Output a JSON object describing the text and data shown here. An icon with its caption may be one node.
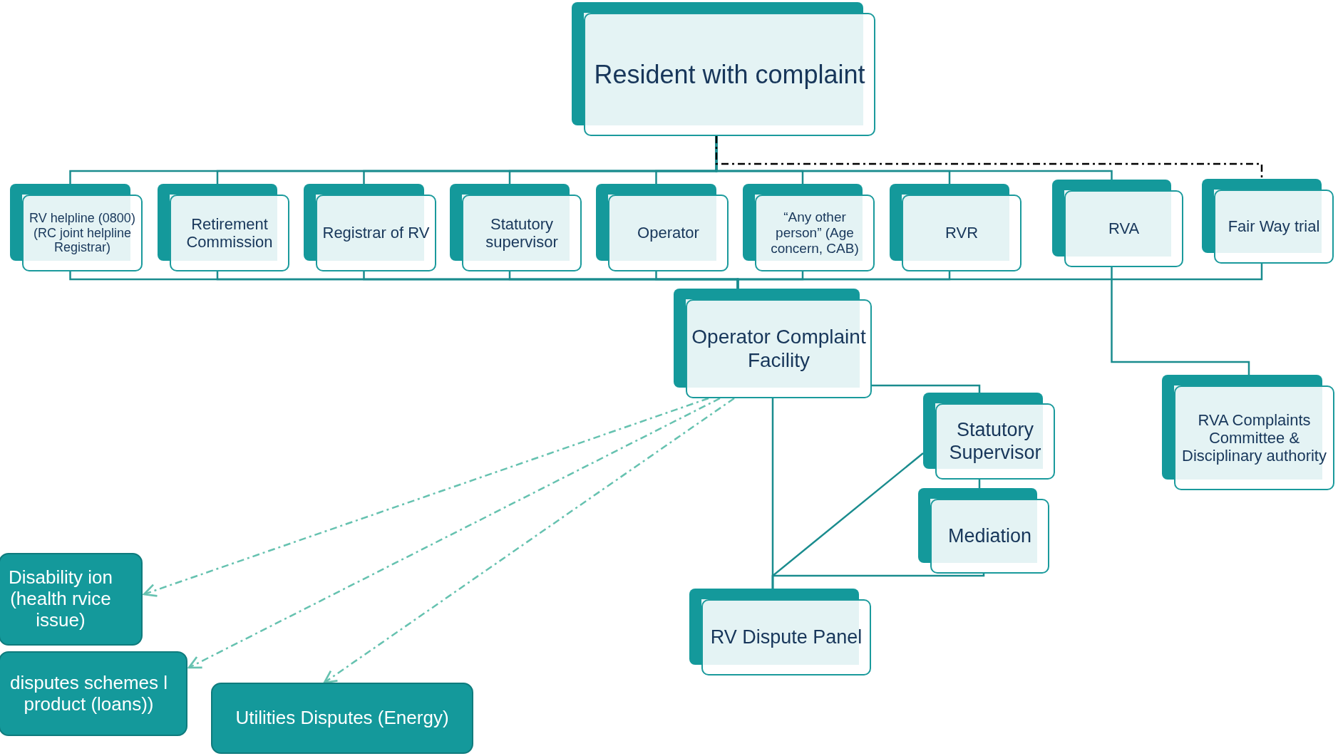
{
  "diagram": {
    "nodes": [
      {
        "text": [
          "Resident with complaint"
        ]
      },
      {
        "text": [
          "RV helpline (0800) (RC joint helpline Registrar)"
        ]
      },
      {
        "text": [
          "Retirement Commission"
        ]
      },
      {
        "text": [
          "Registrar of RV"
        ]
      },
      {
        "text": [
          "Statutory supervisor"
        ]
      },
      {
        "text": [
          "Operator"
        ]
      },
      {
        "text": [
          "“Any other person” (Age concern, CAB)"
        ]
      },
      {
        "text": [
          "RVR"
        ]
      },
      {
        "text": [
          "RVA"
        ]
      },
      {
        "text": [
          "Fair Way trial"
        ]
      },
      {
        "text": [
          "Operator Complaint Facility"
        ]
      },
      {
        "text": [
          "Statutory Supervisor"
        ]
      },
      {
        "text": [
          "Mediation"
        ]
      },
      {
        "text": [
          "RV Dispute Panel"
        ]
      },
      {
        "text": [
          "RVA Complaints Committee & Disciplinary authority"
        ]
      },
      {
        "text": [
          "Disability ion (health rvice issue)"
        ]
      },
      {
        "text": [
          "disputes schemes l product (loans))"
        ]
      },
      {
        "text": [
          "Utilities Disputes (Energy)"
        ]
      }
    ],
    "edges": [
      {
        "from": 0,
        "to": 1,
        "arrow": "none"
      },
      {
        "from": 0,
        "to": 2,
        "arrow": "none"
      },
      {
        "from": 0,
        "to": 3,
        "arrow": "none"
      },
      {
        "from": 0,
        "to": 4,
        "arrow": "none"
      },
      {
        "from": 0,
        "to": 5,
        "arrow": "none"
      },
      {
        "from": 0,
        "to": 6,
        "arrow": "none"
      },
      {
        "from": 0,
        "to": 7,
        "arrow": "none"
      },
      {
        "from": 0,
        "to": 8,
        "arrow": "none"
      },
      {
        "from": 0,
        "to": 9,
        "arrow": "none",
        "style": "dashed",
        "color": "#000000"
      },
      {
        "from": 1,
        "to": 10,
        "arrow": "none"
      },
      {
        "from": 2,
        "to": 10,
        "arrow": "none"
      },
      {
        "from": 3,
        "to": 10,
        "arrow": "none"
      },
      {
        "from": 4,
        "to": 10,
        "arrow": "none"
      },
      {
        "from": 5,
        "to": 10,
        "arrow": "none"
      },
      {
        "from": 6,
        "to": 10,
        "arrow": "none"
      },
      {
        "from": 7,
        "to": 10,
        "arrow": "none"
      },
      {
        "from": 9,
        "to": 10,
        "arrow": "none"
      },
      {
        "from": 8,
        "to": 14,
        "arrow": "none"
      },
      {
        "from": 10,
        "to": 11,
        "arrow": "none"
      },
      {
        "from": 11,
        "to": 12,
        "arrow": "none"
      },
      {
        "from": 10,
        "to": 13,
        "arrow": "none"
      },
      {
        "from": 11,
        "to": 13,
        "arrow": "none"
      },
      {
        "from": 12,
        "to": 13,
        "arrow": "none"
      },
      {
        "from": 10,
        "to": 15,
        "arrow": "to",
        "style": "dashed",
        "color": "#66c2b0"
      },
      {
        "from": 10,
        "to": 16,
        "arrow": "to",
        "style": "dashed",
        "color": "#66c2b0"
      },
      {
        "from": 10,
        "to": 17,
        "arrow": "to",
        "style": "dashed",
        "color": "#66c2b0"
      }
    ]
  }
}
